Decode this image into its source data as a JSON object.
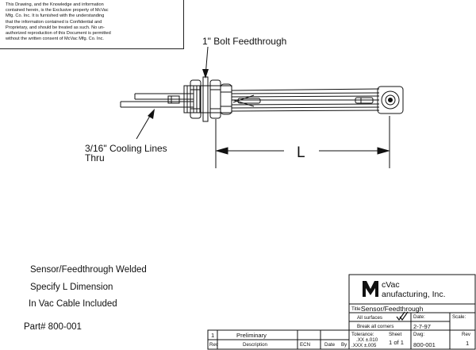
{
  "notice": {
    "lines": [
      "This Drawing, and the Knowledge and information",
      "contained herein, is the Exclusive property of McVac",
      "Mfg. Co. Inc. It is furnished with the understanding",
      "that the information contained is Confidential and",
      "Proprietary, and should be treated as such. No un-",
      "authorized reproduction of this Document is permitted",
      "without the written consent of McVac Mfg. Co. Inc."
    ]
  },
  "callouts": {
    "bolt": "1\" Bolt Feedthrough",
    "cooling_line1": "3/16\" Cooling Lines",
    "cooling_line2": "Thru",
    "dimension": "L"
  },
  "notes": {
    "line1": "Sensor/Feedthrough Welded",
    "line2": "Specify L Dimension",
    "line3": "In Vac Cable Included",
    "part": "Part# 800-001"
  },
  "title_block": {
    "company_line1": "cVac",
    "company_line2": "anufacturing, Inc.",
    "title_label": "Title:",
    "title_value": "Sensor/Feedthrough",
    "all_surfaces": "All surfaces",
    "date_label": "Date:",
    "scale_label": "Scale:",
    "break_corners": "Break all corners",
    "date_value": "2-7-97",
    "tolerance_label": "Tolerance:",
    "tol1": ".XX ±.010",
    "tol2": ".XXX ±.005",
    "sheet_label": "Sheet",
    "sheet_value": "1 of 1",
    "dwg_label": "Dwg:",
    "dwg_value": "800-001",
    "rev_label": "Rev",
    "rev_value": "1"
  },
  "revision_table": {
    "row": {
      "rev": "1",
      "description": "Preliminary"
    },
    "headers": {
      "rev": "Rev",
      "description": "Description",
      "ecn": "ECN",
      "date": "Date",
      "by": "By"
    }
  }
}
